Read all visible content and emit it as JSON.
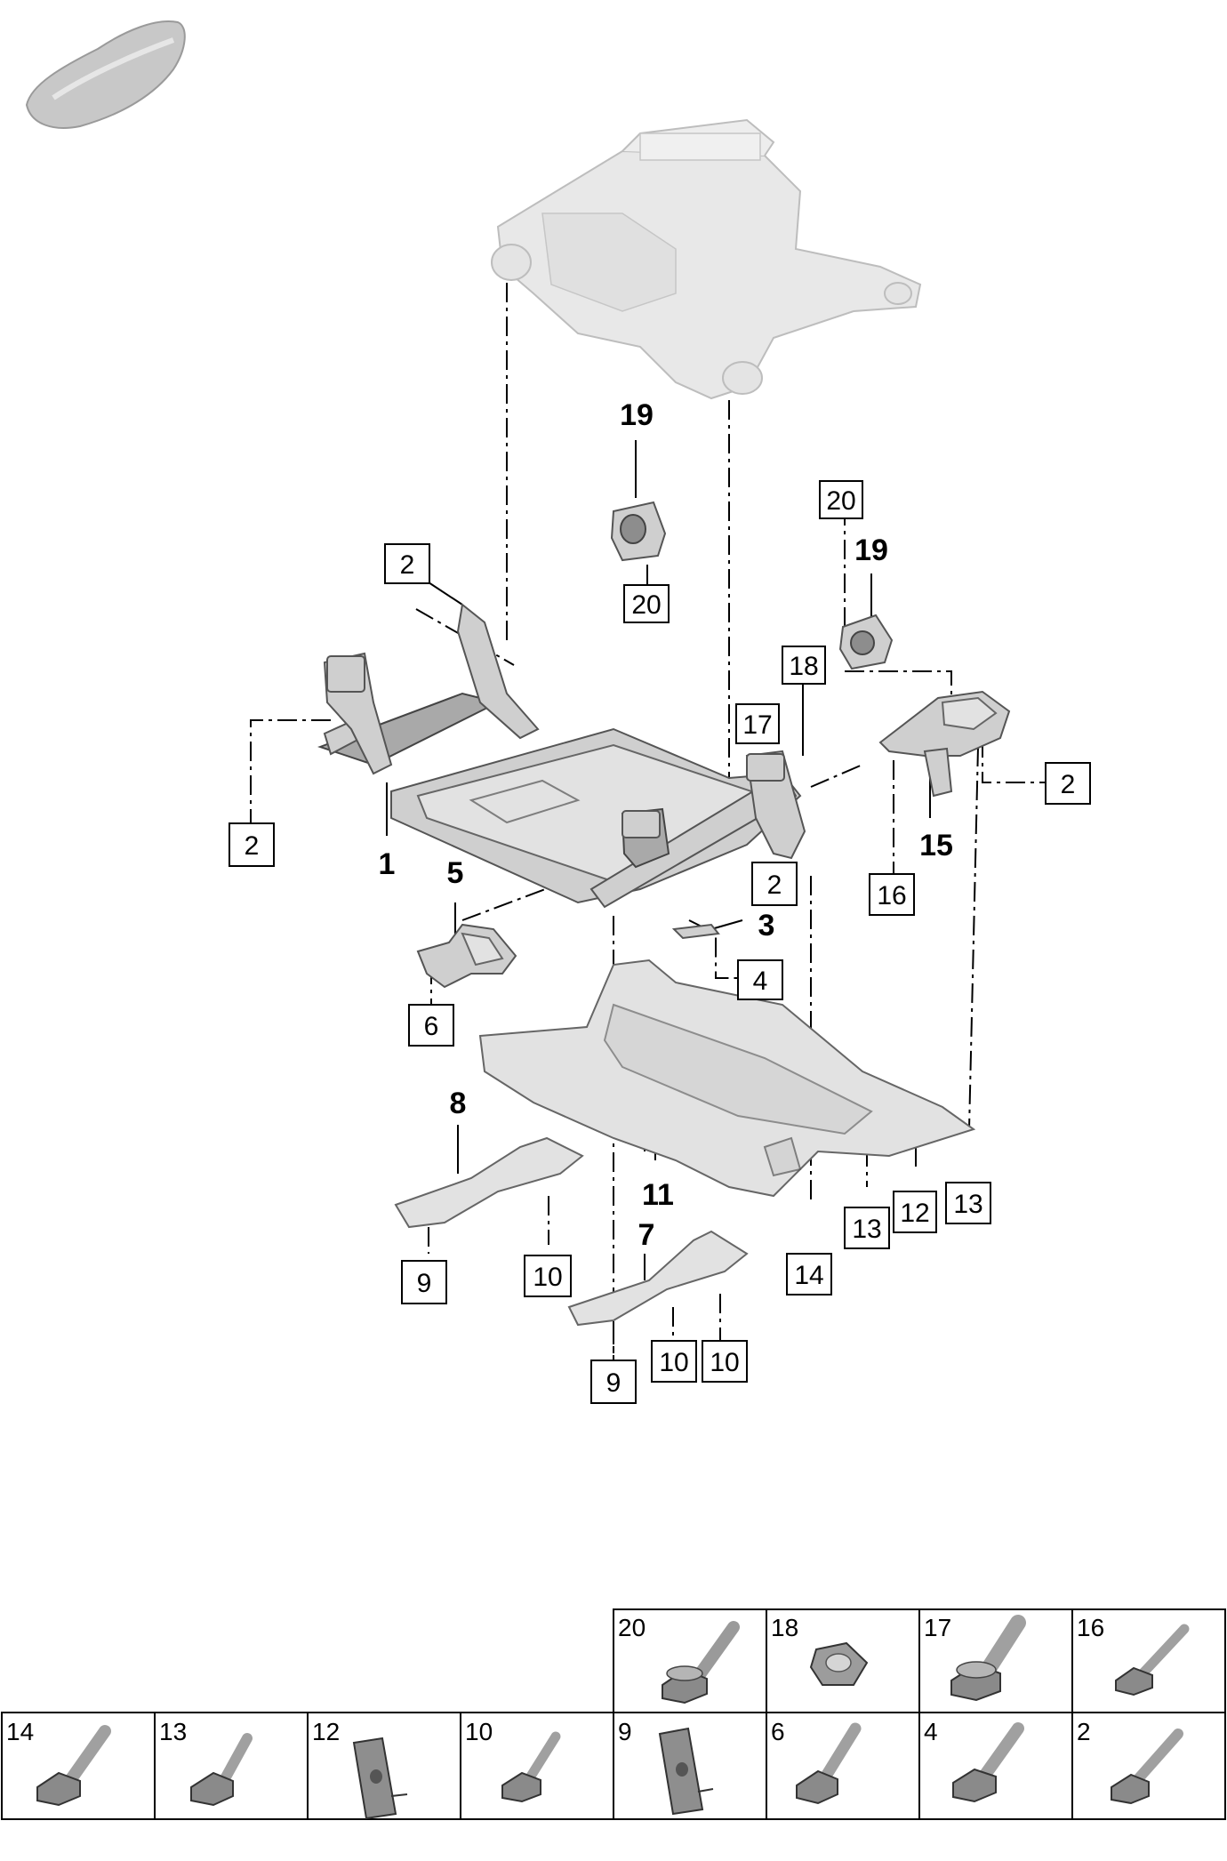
{
  "callouts": {
    "c1": "1",
    "c2a": "2",
    "c2b": "2",
    "c2c": "2",
    "c2d": "2",
    "c3": "3",
    "c4": "4",
    "c5": "5",
    "c6": "6",
    "c7": "7",
    "c8": "8",
    "c9a": "9",
    "c9b": "9",
    "c10a": "10",
    "c10b": "10",
    "c10c": "10",
    "c11": "11",
    "c12": "12",
    "c13a": "13",
    "c13b": "13",
    "c14": "14",
    "c15": "15",
    "c16": "16",
    "c17": "17",
    "c18": "18",
    "c19a": "19",
    "c19b": "19",
    "c20a": "20",
    "c20b": "20"
  },
  "fastener_table": {
    "top_row": [
      "20",
      "18",
      "17",
      "16"
    ],
    "bottom_row": [
      "14",
      "13",
      "12",
      "10",
      "9",
      "6",
      "4",
      "2"
    ]
  }
}
